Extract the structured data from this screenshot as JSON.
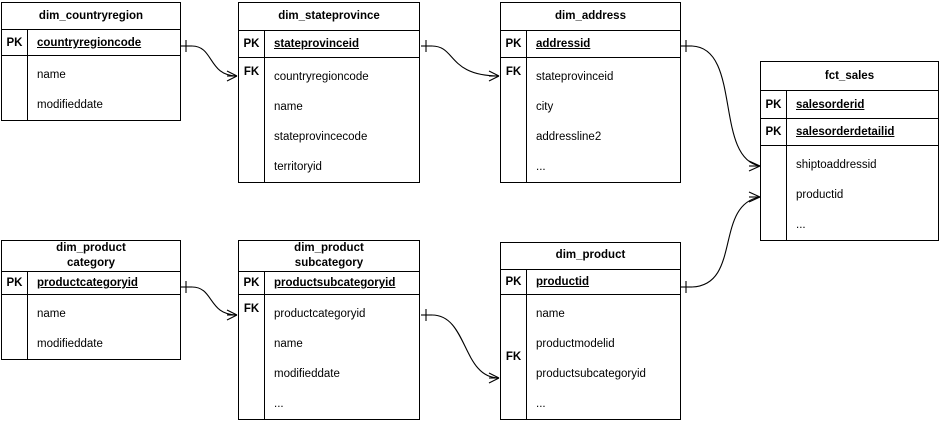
{
  "diagram": {
    "kind": "entity-relationship-diagram",
    "background_color": "#ffffff",
    "line_color": "#000000",
    "text_color": "#000000",
    "ellipsis": "...",
    "key_labels": {
      "pk": "PK",
      "fk": "FK"
    }
  },
  "entities": [
    {
      "id": "dim_countryregion",
      "title_lines": [
        "dim_countryregion"
      ],
      "keys": [
        {
          "key": "PK",
          "name": "countryregioncode"
        }
      ],
      "body_key": "",
      "attributes": [
        "name",
        "modifieddate"
      ]
    },
    {
      "id": "dim_stateprovince",
      "title_lines": [
        "dim_stateprovince"
      ],
      "keys": [
        {
          "key": "PK",
          "name": "stateprovinceid"
        }
      ],
      "body_key": "FK",
      "attributes": [
        "countryregioncode",
        "name",
        "stateprovincecode",
        "territoryid"
      ]
    },
    {
      "id": "dim_address",
      "title_lines": [
        "dim_address"
      ],
      "keys": [
        {
          "key": "PK",
          "name": "addressid"
        }
      ],
      "body_key": "FK",
      "attributes": [
        "stateprovinceid",
        "city",
        "addressline2",
        "..."
      ]
    },
    {
      "id": "fct_sales",
      "title_lines": [
        "fct_sales"
      ],
      "keys": [
        {
          "key": "PK",
          "name": "salesorderid"
        },
        {
          "key": "PK",
          "name": "salesorderdetailid"
        }
      ],
      "body_key": "",
      "attributes": [
        "shiptoaddressid",
        "productid",
        "..."
      ]
    },
    {
      "id": "dim_productcategory",
      "title_lines": [
        "dim_product",
        "category"
      ],
      "keys": [
        {
          "key": "PK",
          "name": "productcategoryid"
        }
      ],
      "body_key": "",
      "attributes": [
        "name",
        "modifieddate"
      ]
    },
    {
      "id": "dim_productsubcategory",
      "title_lines": [
        "dim_product",
        "subcategory"
      ],
      "keys": [
        {
          "key": "PK",
          "name": "productsubcategoryid"
        }
      ],
      "body_key": "FK",
      "attributes": [
        "productcategoryid",
        "name",
        "modifieddate",
        "..."
      ]
    },
    {
      "id": "dim_product",
      "title_lines": [
        "dim_product"
      ],
      "keys": [
        {
          "key": "PK",
          "name": "productid"
        }
      ],
      "body_key": "FK",
      "attributes": [
        "name",
        "productmodelid",
        "productsubcategoryid",
        "..."
      ]
    }
  ],
  "relationships": [
    {
      "from": "dim_countryregion.countryregioncode",
      "to": "dim_stateprovince.countryregioncode",
      "from_cardinality": "one",
      "to_cardinality": "many"
    },
    {
      "from": "dim_stateprovince.stateprovinceid",
      "to": "dim_address.stateprovinceid",
      "from_cardinality": "one",
      "to_cardinality": "many"
    },
    {
      "from": "dim_address.addressid",
      "to": "fct_sales.shiptoaddressid",
      "from_cardinality": "one",
      "to_cardinality": "many"
    },
    {
      "from": "dim_product.productid",
      "to": "fct_sales.productid",
      "from_cardinality": "one",
      "to_cardinality": "many"
    },
    {
      "from": "dim_productcategory.productcategoryid",
      "to": "dim_productsubcategory.productcategoryid",
      "from_cardinality": "one",
      "to_cardinality": "many"
    },
    {
      "from": "dim_productsubcategory.productsubcategoryid",
      "to": "dim_product.productsubcategoryid",
      "from_cardinality": "one",
      "to_cardinality": "many"
    }
  ]
}
